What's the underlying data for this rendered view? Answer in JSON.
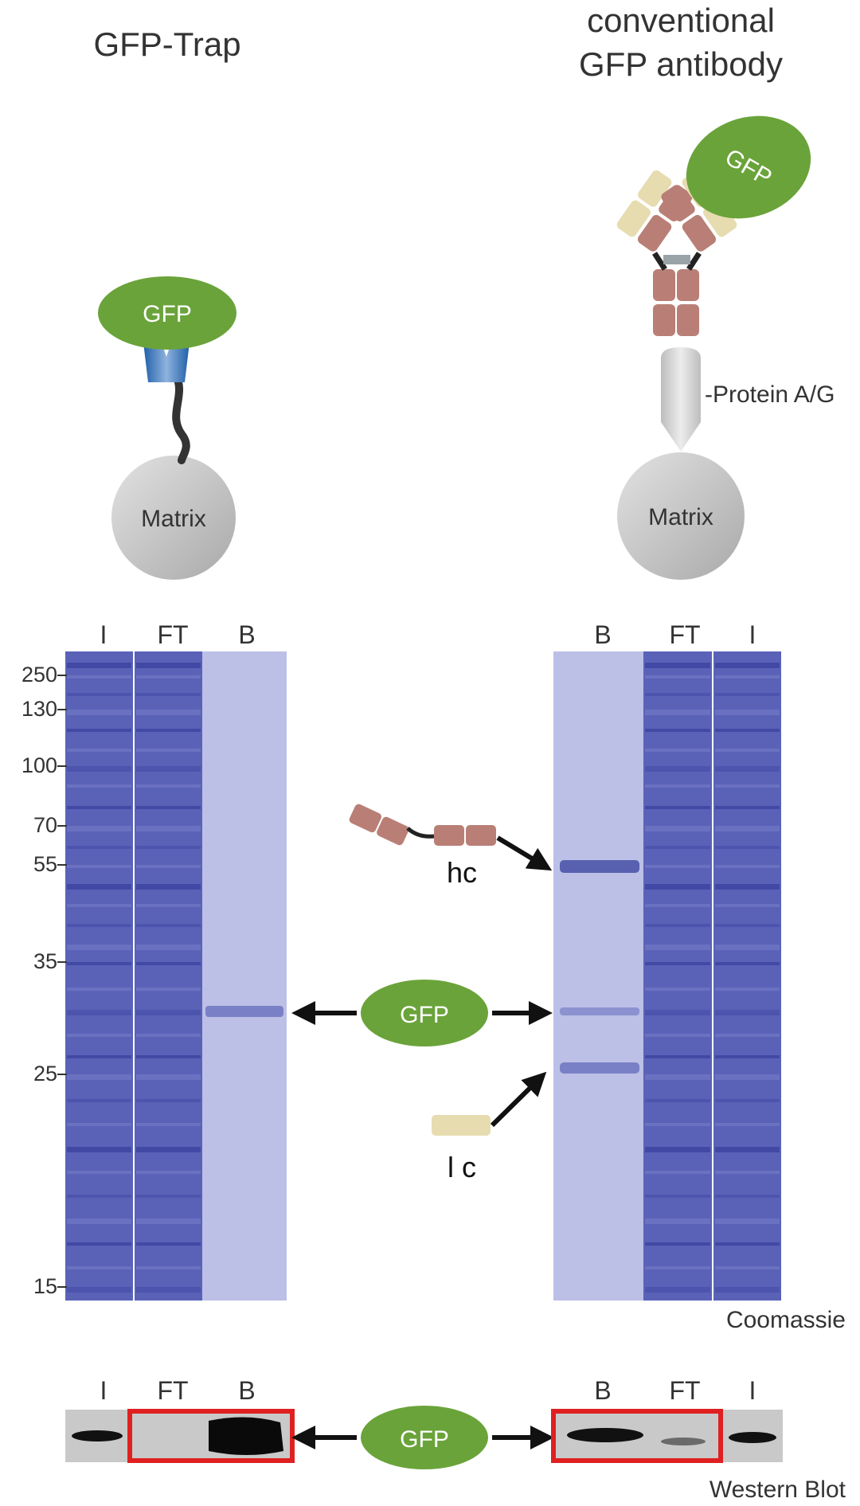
{
  "left_title": "GFP-Trap",
  "right_title_line1": "conventional",
  "right_title_line2": "GFP antibody",
  "gfp_label": "GFP",
  "matrix_label": "Matrix",
  "protein_ag_label": "-Protein A/G",
  "lanes_left": [
    "I",
    "FT",
    "B"
  ],
  "lanes_right": [
    "B",
    "FT",
    "I"
  ],
  "mw_markers": [
    "250",
    "130",
    "100",
    "70",
    "55",
    "35",
    "25",
    "15"
  ],
  "hc_label": "hc",
  "lc_label": "l c",
  "coomassie_label": "Coomassie",
  "western_label": "Western Blot",
  "colors": {
    "gfp_green": "#6aa33a",
    "gel_blue": "#5a62b8",
    "gel_light": "#b9bde3",
    "heavy_chain": "#b97f76",
    "light_chain": "#e6dcb0",
    "matrix_grey": "#c8c8c8",
    "highlight_red": "#e02020"
  }
}
